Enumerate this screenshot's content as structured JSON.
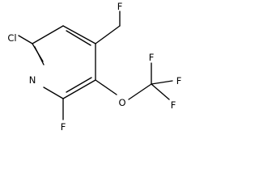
{
  "structure": {
    "atom_labels": {
      "cl": "Cl",
      "n": "N",
      "f_ring": "F",
      "o": "O",
      "f_ch2": "F",
      "f_cf3_1": "F",
      "f_cf3_2": "F",
      "f_cf3_3": "F"
    }
  }
}
